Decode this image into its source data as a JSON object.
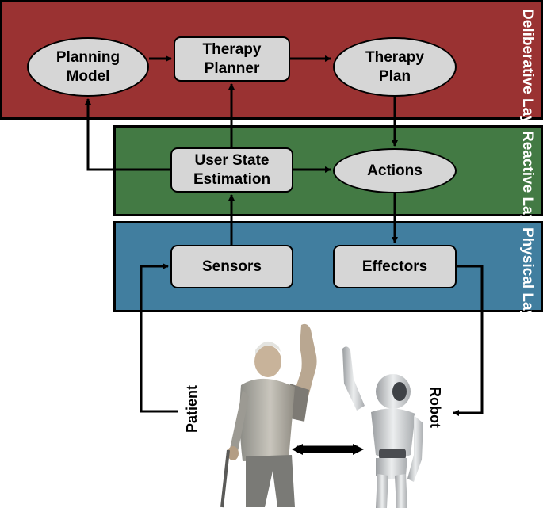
{
  "layers": {
    "deliberative": {
      "title": "Deliberative\nLayers",
      "color": "#9a3232"
    },
    "reactive": {
      "title": "Reactive\nLayer",
      "color": "#437a44"
    },
    "physical": {
      "title": "Physical\nLayer",
      "color": "#417e9f"
    }
  },
  "nodes": {
    "planning_model": "Planning\nModel",
    "therapy_planner": "Therapy\nPlanner",
    "therapy_plan": "Therapy\nPlan",
    "user_state_estimation": "User State\nEstimation",
    "actions": "Actions",
    "sensors": "Sensors",
    "effectors": "Effectors"
  },
  "labels": {
    "patient": "Patient",
    "robot": "Robot"
  },
  "colors": {
    "node_fill": "#d6d6d6",
    "outline": "#000000"
  }
}
